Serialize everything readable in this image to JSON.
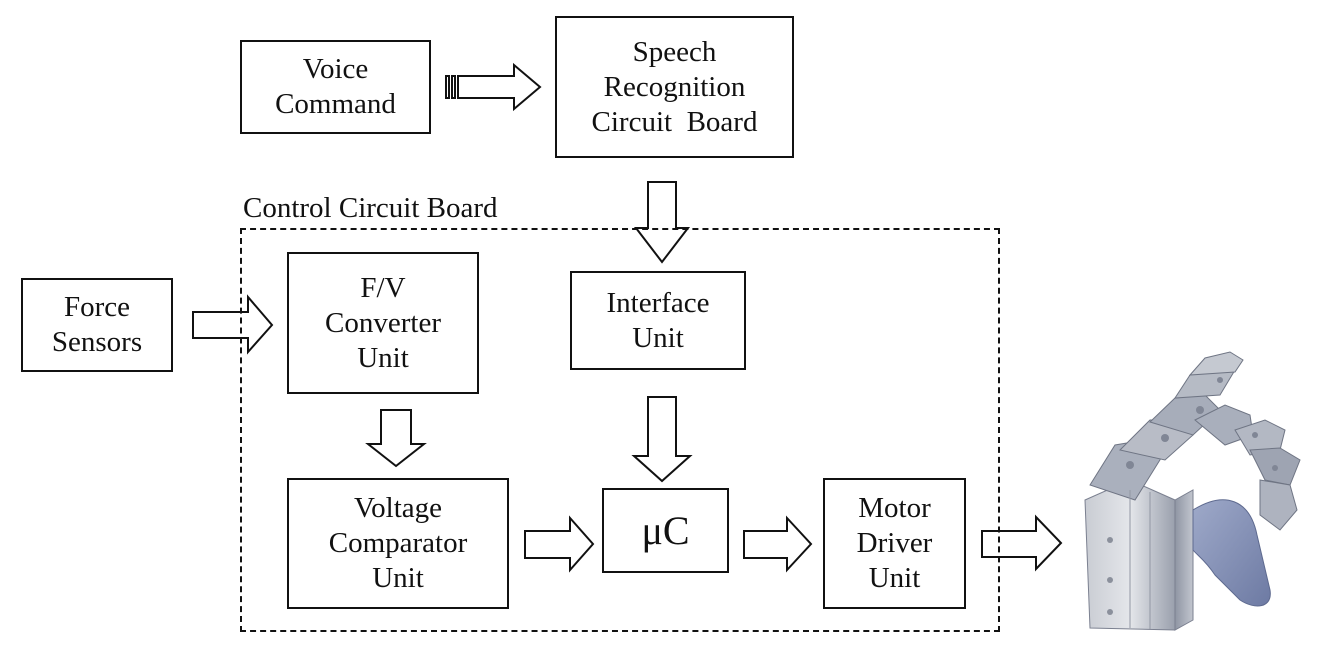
{
  "boxes": {
    "voice_command": [
      "Voice",
      "Command"
    ],
    "speech_recognition": [
      "Speech",
      "Recognition",
      "Circuit  Board"
    ],
    "force_sensors": [
      "Force",
      "Sensors"
    ],
    "fv_converter": [
      "F/V",
      "Converter",
      "Unit"
    ],
    "interface_unit": [
      "Interface",
      "Unit"
    ],
    "voltage_comparator": [
      "Voltage",
      "Comparator",
      "Unit"
    ],
    "microcontroller": [
      "μC"
    ],
    "motor_driver": [
      "Motor",
      "Driver",
      "Unit"
    ]
  },
  "group_label": "Control Circuit  Board",
  "icons": {
    "hand": "robotic-hand-illustration"
  }
}
